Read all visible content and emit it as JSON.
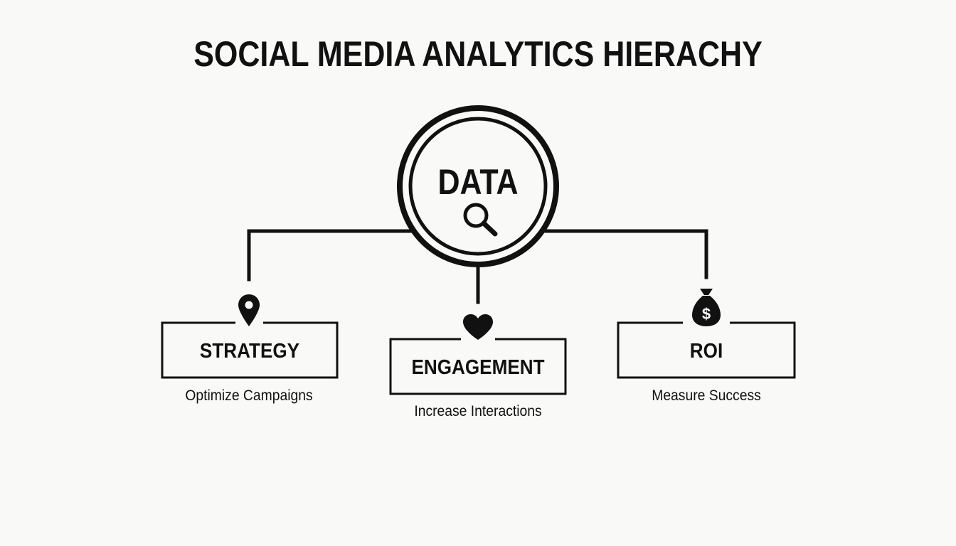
{
  "title": "SOCIAL MEDIA ANALYTICS HIERACHY",
  "center": {
    "label": "DATA",
    "icon": "magnifier-icon"
  },
  "nodes": [
    {
      "label": "STRATEGY",
      "subtitle": "Optimize Campaigns",
      "icon": "location-pin-icon"
    },
    {
      "label": "ENGAGEMENT",
      "subtitle": "Increase Interactions",
      "icon": "heart-icon"
    },
    {
      "label": "ROI",
      "subtitle": "Measure Success",
      "icon": "money-bag-icon"
    }
  ],
  "colors": {
    "background": "#f9f9f8",
    "stroke": "#111111"
  }
}
